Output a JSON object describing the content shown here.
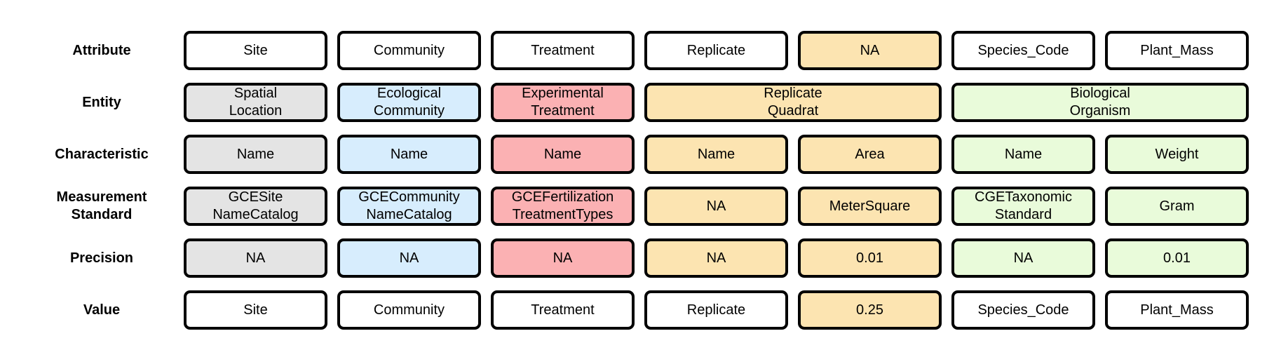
{
  "rows": {
    "attribute": {
      "label": "Attribute",
      "cells": [
        {
          "text": "Site",
          "color": "white"
        },
        {
          "text": "Community",
          "color": "white"
        },
        {
          "text": "Treatment",
          "color": "white"
        },
        {
          "text": "Replicate",
          "color": "white"
        },
        {
          "text": "NA",
          "color": "orange"
        },
        {
          "text": "Species_Code",
          "color": "white"
        },
        {
          "text": "Plant_Mass",
          "color": "white"
        }
      ]
    },
    "entity": {
      "label": "Entity",
      "cells": [
        {
          "text": "Spatial\nLocation",
          "color": "grey"
        },
        {
          "text": "Ecological\nCommunity",
          "color": "blue"
        },
        {
          "text": "Experimental\nTreatment",
          "color": "red"
        },
        {
          "text": "Replicate\nQuadrat",
          "color": "orange"
        },
        {
          "text": "Biological\nOrganism",
          "color": "green"
        }
      ]
    },
    "characteristic": {
      "label": "Characteristic",
      "cells": [
        {
          "text": "Name",
          "color": "grey"
        },
        {
          "text": "Name",
          "color": "blue"
        },
        {
          "text": "Name",
          "color": "red"
        },
        {
          "text": "Name",
          "color": "orange"
        },
        {
          "text": "Area",
          "color": "orange"
        },
        {
          "text": "Name",
          "color": "green"
        },
        {
          "text": "Weight",
          "color": "green"
        }
      ]
    },
    "measurement_standard": {
      "label": "Measurement\nStandard",
      "cells": [
        {
          "text": "GCESite\nNameCatalog",
          "color": "grey"
        },
        {
          "text": "GCECommunity\nNameCatalog",
          "color": "blue"
        },
        {
          "text": "GCEFertilization\nTreatmentTypes",
          "color": "red"
        },
        {
          "text": "NA",
          "color": "orange"
        },
        {
          "text": "MeterSquare",
          "color": "orange"
        },
        {
          "text": "CGETaxonomic\nStandard",
          "color": "green"
        },
        {
          "text": "Gram",
          "color": "green"
        }
      ]
    },
    "precision": {
      "label": "Precision",
      "cells": [
        {
          "text": "NA",
          "color": "grey"
        },
        {
          "text": "NA",
          "color": "blue"
        },
        {
          "text": "NA",
          "color": "red"
        },
        {
          "text": "NA",
          "color": "orange"
        },
        {
          "text": "0.01",
          "color": "orange"
        },
        {
          "text": "NA",
          "color": "green"
        },
        {
          "text": "0.01",
          "color": "green"
        }
      ]
    },
    "value": {
      "label": "Value",
      "cells": [
        {
          "text": "Site",
          "color": "white"
        },
        {
          "text": "Community",
          "color": "white"
        },
        {
          "text": "Treatment",
          "color": "white"
        },
        {
          "text": "Replicate",
          "color": "white"
        },
        {
          "text": "0.25",
          "color": "orange"
        },
        {
          "text": "Species_Code",
          "color": "white"
        },
        {
          "text": "Plant_Mass",
          "color": "white"
        }
      ]
    }
  },
  "colors": {
    "white": "#ffffff",
    "grey": "#e4e4e4",
    "blue": "#d7edfd",
    "red": "#fbb1b3",
    "orange": "#fce4b1",
    "green": "#e9fbda",
    "border": "#000000"
  }
}
